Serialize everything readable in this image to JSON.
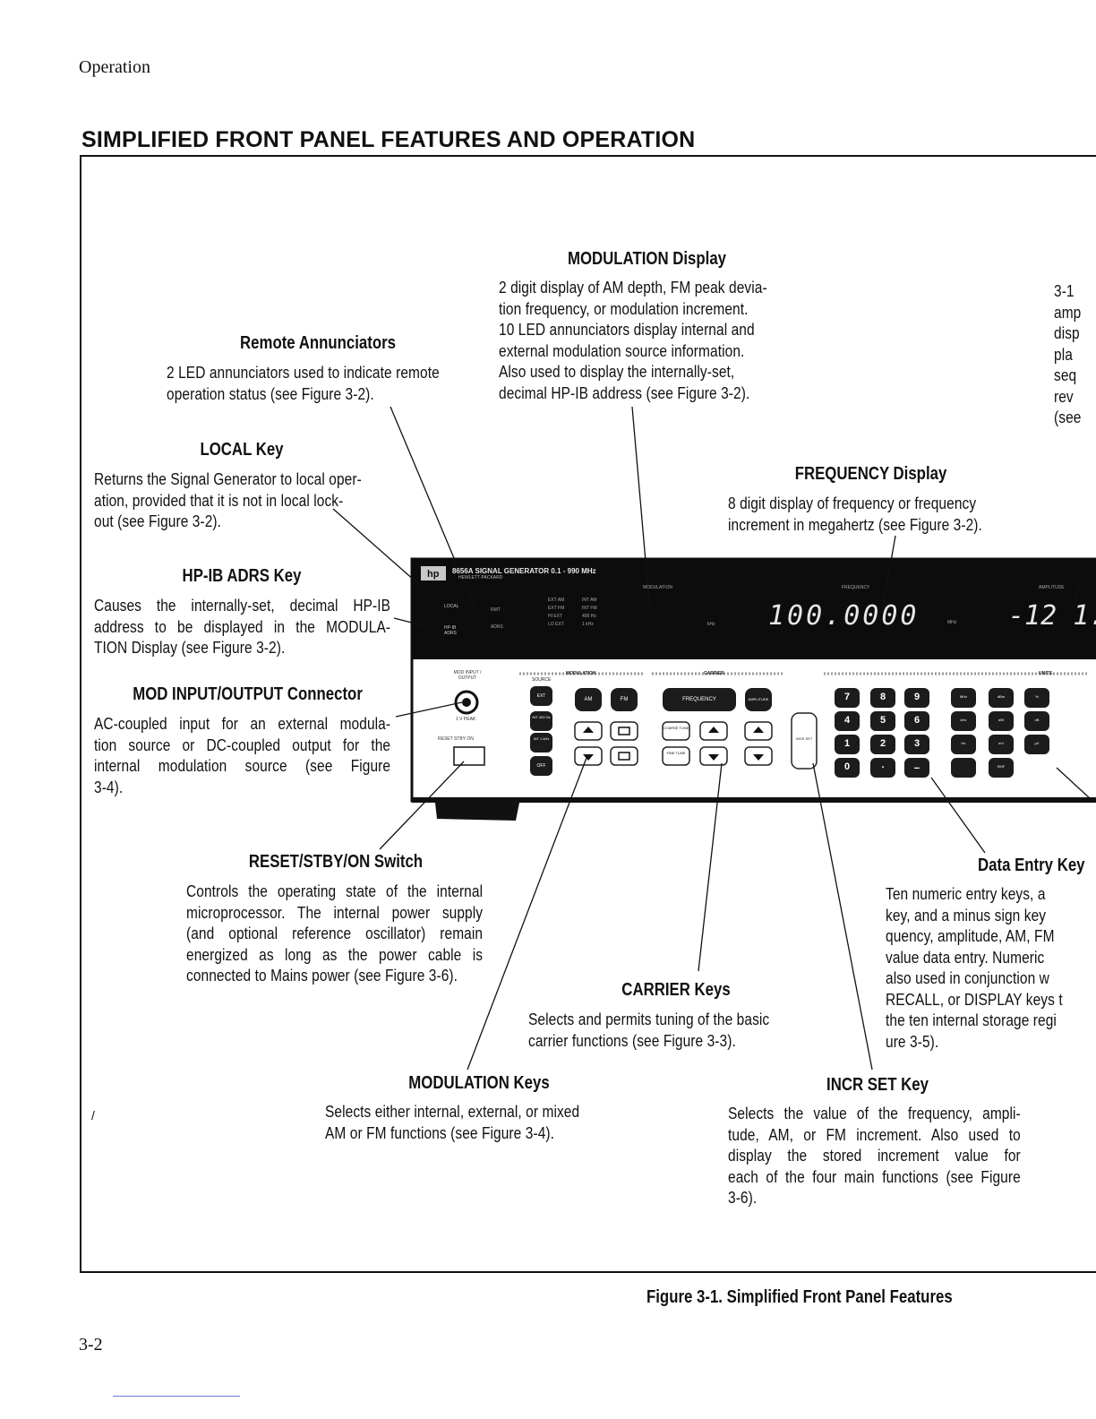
{
  "header": {
    "section": "Operation",
    "title": "SIMPLIFIED FRONT PANEL FEATURES AND OPERATION"
  },
  "callouts": {
    "modulation_display": {
      "title": "MODULATION Display",
      "lines": [
        "2 digit display of AM depth, FM peak devia-",
        "tion frequency, or modulation increment.",
        "10 LED annunciators display internal and",
        "external modulation source information.",
        "Also used to display the internally-set,",
        "decimal HP-IB address (see Figure 3-2)."
      ]
    },
    "remote_annunciators": {
      "title": "Remote Annunciators",
      "lines": [
        "2 LED annunciators used to indicate remote",
        "operation status (see Figure 3-2)."
      ]
    },
    "right_edge": {
      "lines": [
        "3-1",
        "amp",
        "disp",
        "pla",
        "seq",
        "rev",
        "(see"
      ]
    },
    "local_key": {
      "title": "LOCAL Key",
      "lines": [
        "Returns the Signal Generator to local oper-",
        "ation, provided that it is not in local lock-",
        "out (see Figure 3-2)."
      ]
    },
    "frequency_display": {
      "title": "FREQUENCY Display",
      "lines": [
        "8 digit display of frequency or frequency",
        "increment in megahertz (see Figure 3-2)."
      ]
    },
    "hpib_adrs_key": {
      "title": "HP-IB ADRS Key",
      "lines": [
        "Causes the internally-set, decimal HP-IB",
        "address to be displayed in the MODULA-",
        "TION Display (see Figure 3-2)."
      ]
    },
    "mod_io_connector": {
      "title": "MOD INPUT/OUTPUT Connector",
      "lines": [
        "AC-coupled input for an external modula-",
        "tion source or DC-coupled output for the",
        "internal modulation source (see Figure",
        "3-4)."
      ]
    },
    "reset_switch": {
      "title": "RESET/STBY/ON Switch",
      "lines": [
        "Controls the operating state of the internal",
        "microprocessor. The internal power supply",
        "(and optional reference oscillator) remain",
        "energized as long as the power cable is",
        "connected to Mains power (see Figure 3-6)."
      ]
    },
    "data_entry_keys": {
      "title": "Data Entry Key",
      "lines": [
        "Ten numeric entry keys, a",
        "key, and a minus sign key",
        "quency, amplitude, AM, FM",
        "value data entry. Numeric",
        "also used in conjunction w",
        "RECALL, or DISPLAY keys t",
        "the ten internal storage regi",
        "ure 3-5)."
      ]
    },
    "carrier_keys": {
      "title": "CARRIER Keys",
      "lines": [
        "Selects and permits tuning of the basic",
        "carrier functions (see Figure 3-3)."
      ]
    },
    "modulation_keys": {
      "title": "MODULATION Keys",
      "lines": [
        "Selects either internal, external, or mixed",
        "AM or FM functions (see Figure 3-4)."
      ]
    },
    "incr_set_key": {
      "title": "INCR SET Key",
      "lines": [
        "Selects the value of the frequency, ampli-",
        "tude, AM, or FM increment. Also used to",
        "display the stored increment value for",
        "each of the four main functions (see Figure",
        "3-6)."
      ]
    }
  },
  "instrument": {
    "model_label": "8656A SIGNAL GENERATOR  0.1 - 990 MHz",
    "brand": "HEWLETT·PACKARD",
    "panel_labels": {
      "modulation": "MODULATION",
      "frequency": "FREQUENCY",
      "amplitude": "AMPLITUDE",
      "local": "LOCAL",
      "rmt": "RMT",
      "hpib": "HP-IB",
      "adrs_key": "ADRS",
      "adrs": "ADRS",
      "mhz": "MHz",
      "mod_io": "MOD INPUT / OUTPUT",
      "vpeak": "1 V PEAK",
      "reset": "RESET  STBY  ON",
      "source": "SOURCE",
      "carrier": "CARRIER",
      "units": "UNITS",
      "incr_set": "INCR SET",
      "mod_section": "MODULATION"
    },
    "annunciators": [
      "EXT AM",
      "INT AM",
      "EXT FM",
      "INT FM",
      "HI EXT",
      "400 Hz",
      "LO EXT",
      "1 kHz"
    ],
    "frequency_readout": "100.0000",
    "amplitude_readout": "-12 1.",
    "keys": {
      "ext": "EXT",
      "int400": "INT 400 Hz",
      "int1k": "INT 1 kHz",
      "off": "OFF",
      "am": "AM",
      "fm": "FM",
      "frequency": "FREQUENCY",
      "amplitude": "AMPLITUDE",
      "coarse_tune": "COARSE TUNE",
      "fine_tune": "FINE TUNE",
      "digits": [
        "7",
        "8",
        "9",
        "4",
        "5",
        "6",
        "1",
        "2",
        "3",
        "0",
        "."
      ],
      "units": [
        "MHz",
        "dBm",
        "kHz",
        "dBf",
        "Hz",
        "mV",
        "%",
        "dB",
        "µV",
        "EMF"
      ]
    }
  },
  "footer": {
    "figure_caption": "Figure 3-1. Simplified Front Panel Features",
    "page_number": "3-2"
  },
  "marks": {
    "slash": "/"
  }
}
